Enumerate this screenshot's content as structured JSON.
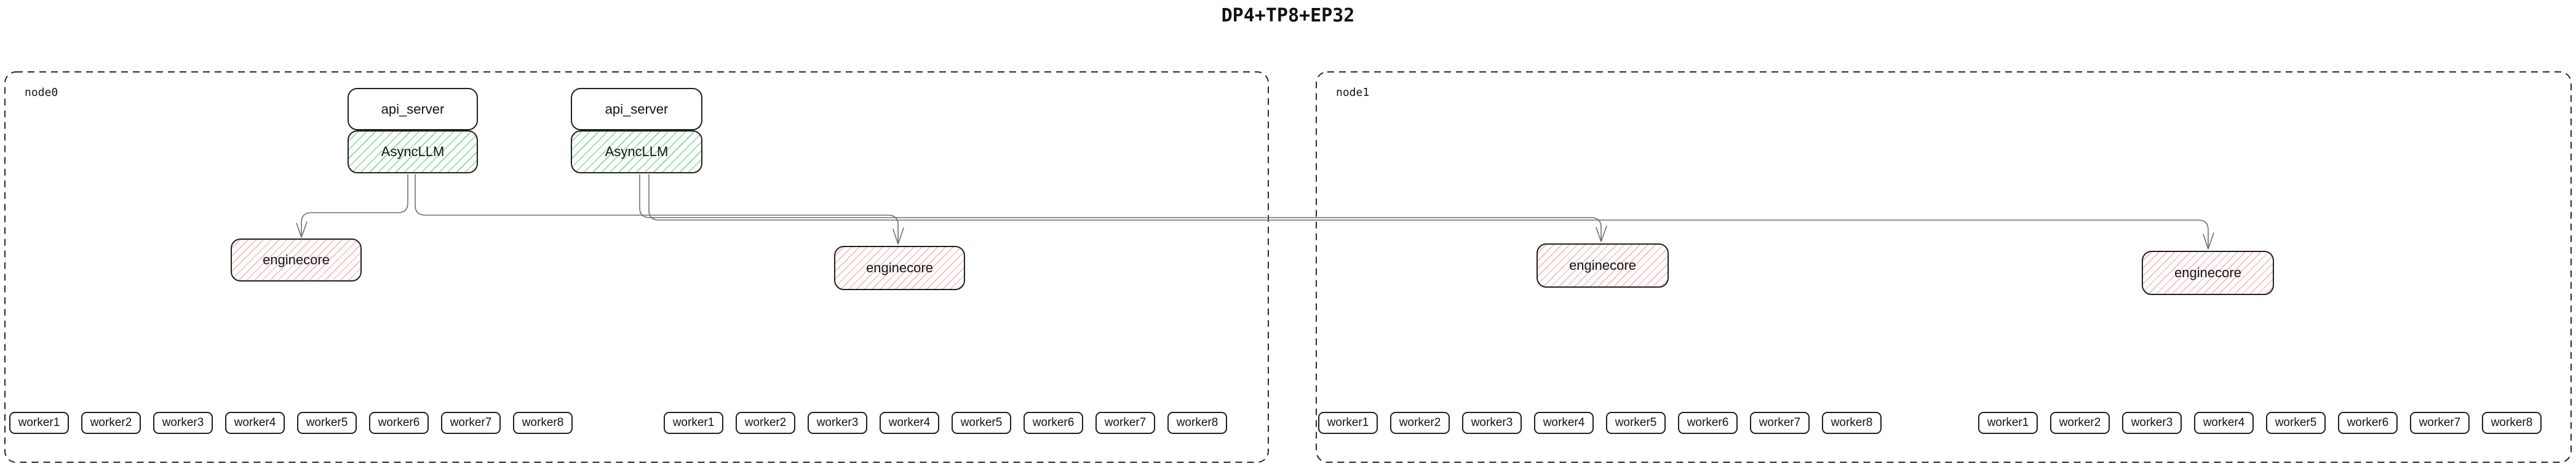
{
  "title": "DP4+TP8+EP32",
  "clusters": {
    "node0": {
      "label": "node0",
      "pairs": [
        {
          "api_server": "api_server",
          "asyncllm": "AsyncLLM"
        },
        {
          "api_server": "api_server",
          "asyncllm": "AsyncLLM"
        }
      ],
      "enginecores": [
        "enginecore",
        "enginecore"
      ],
      "worker_groups": [
        [
          "worker1",
          "worker2",
          "worker3",
          "worker4",
          "worker5",
          "worker6",
          "worker7",
          "worker8"
        ],
        [
          "worker1",
          "worker2",
          "worker3",
          "worker4",
          "worker5",
          "worker6",
          "worker7",
          "worker8"
        ]
      ]
    },
    "node1": {
      "label": "node1",
      "enginecores": [
        "enginecore",
        "enginecore"
      ],
      "worker_groups": [
        [
          "worker1",
          "worker2",
          "worker3",
          "worker4",
          "worker5",
          "worker6",
          "worker7",
          "worker8"
        ],
        [
          "worker1",
          "worker2",
          "worker3",
          "worker4",
          "worker5",
          "worker6",
          "worker7",
          "worker8"
        ]
      ]
    }
  },
  "edges": [
    {
      "from": "node0.AsyncLLM.1",
      "to": "node0.enginecore.1",
      "arrow": true
    },
    {
      "from": "node0.AsyncLLM.1",
      "to": "node0.enginecore.2",
      "arrow": true
    },
    {
      "from": "node0.AsyncLLM.2",
      "to": "node1.enginecore.1",
      "arrow": true
    },
    {
      "from": "node0.AsyncLLM.2",
      "to": "node1.enginecore.2",
      "arrow": true
    }
  ],
  "colors": {
    "asyncllm_hatch": "#86d796",
    "enginecore_hatch": "#efb1ac",
    "edge": "#6f6f6f",
    "box_border": "#1f1f1f",
    "cluster_border": "#2a2a2a",
    "text": "#141414",
    "background": "#ffffff"
  }
}
